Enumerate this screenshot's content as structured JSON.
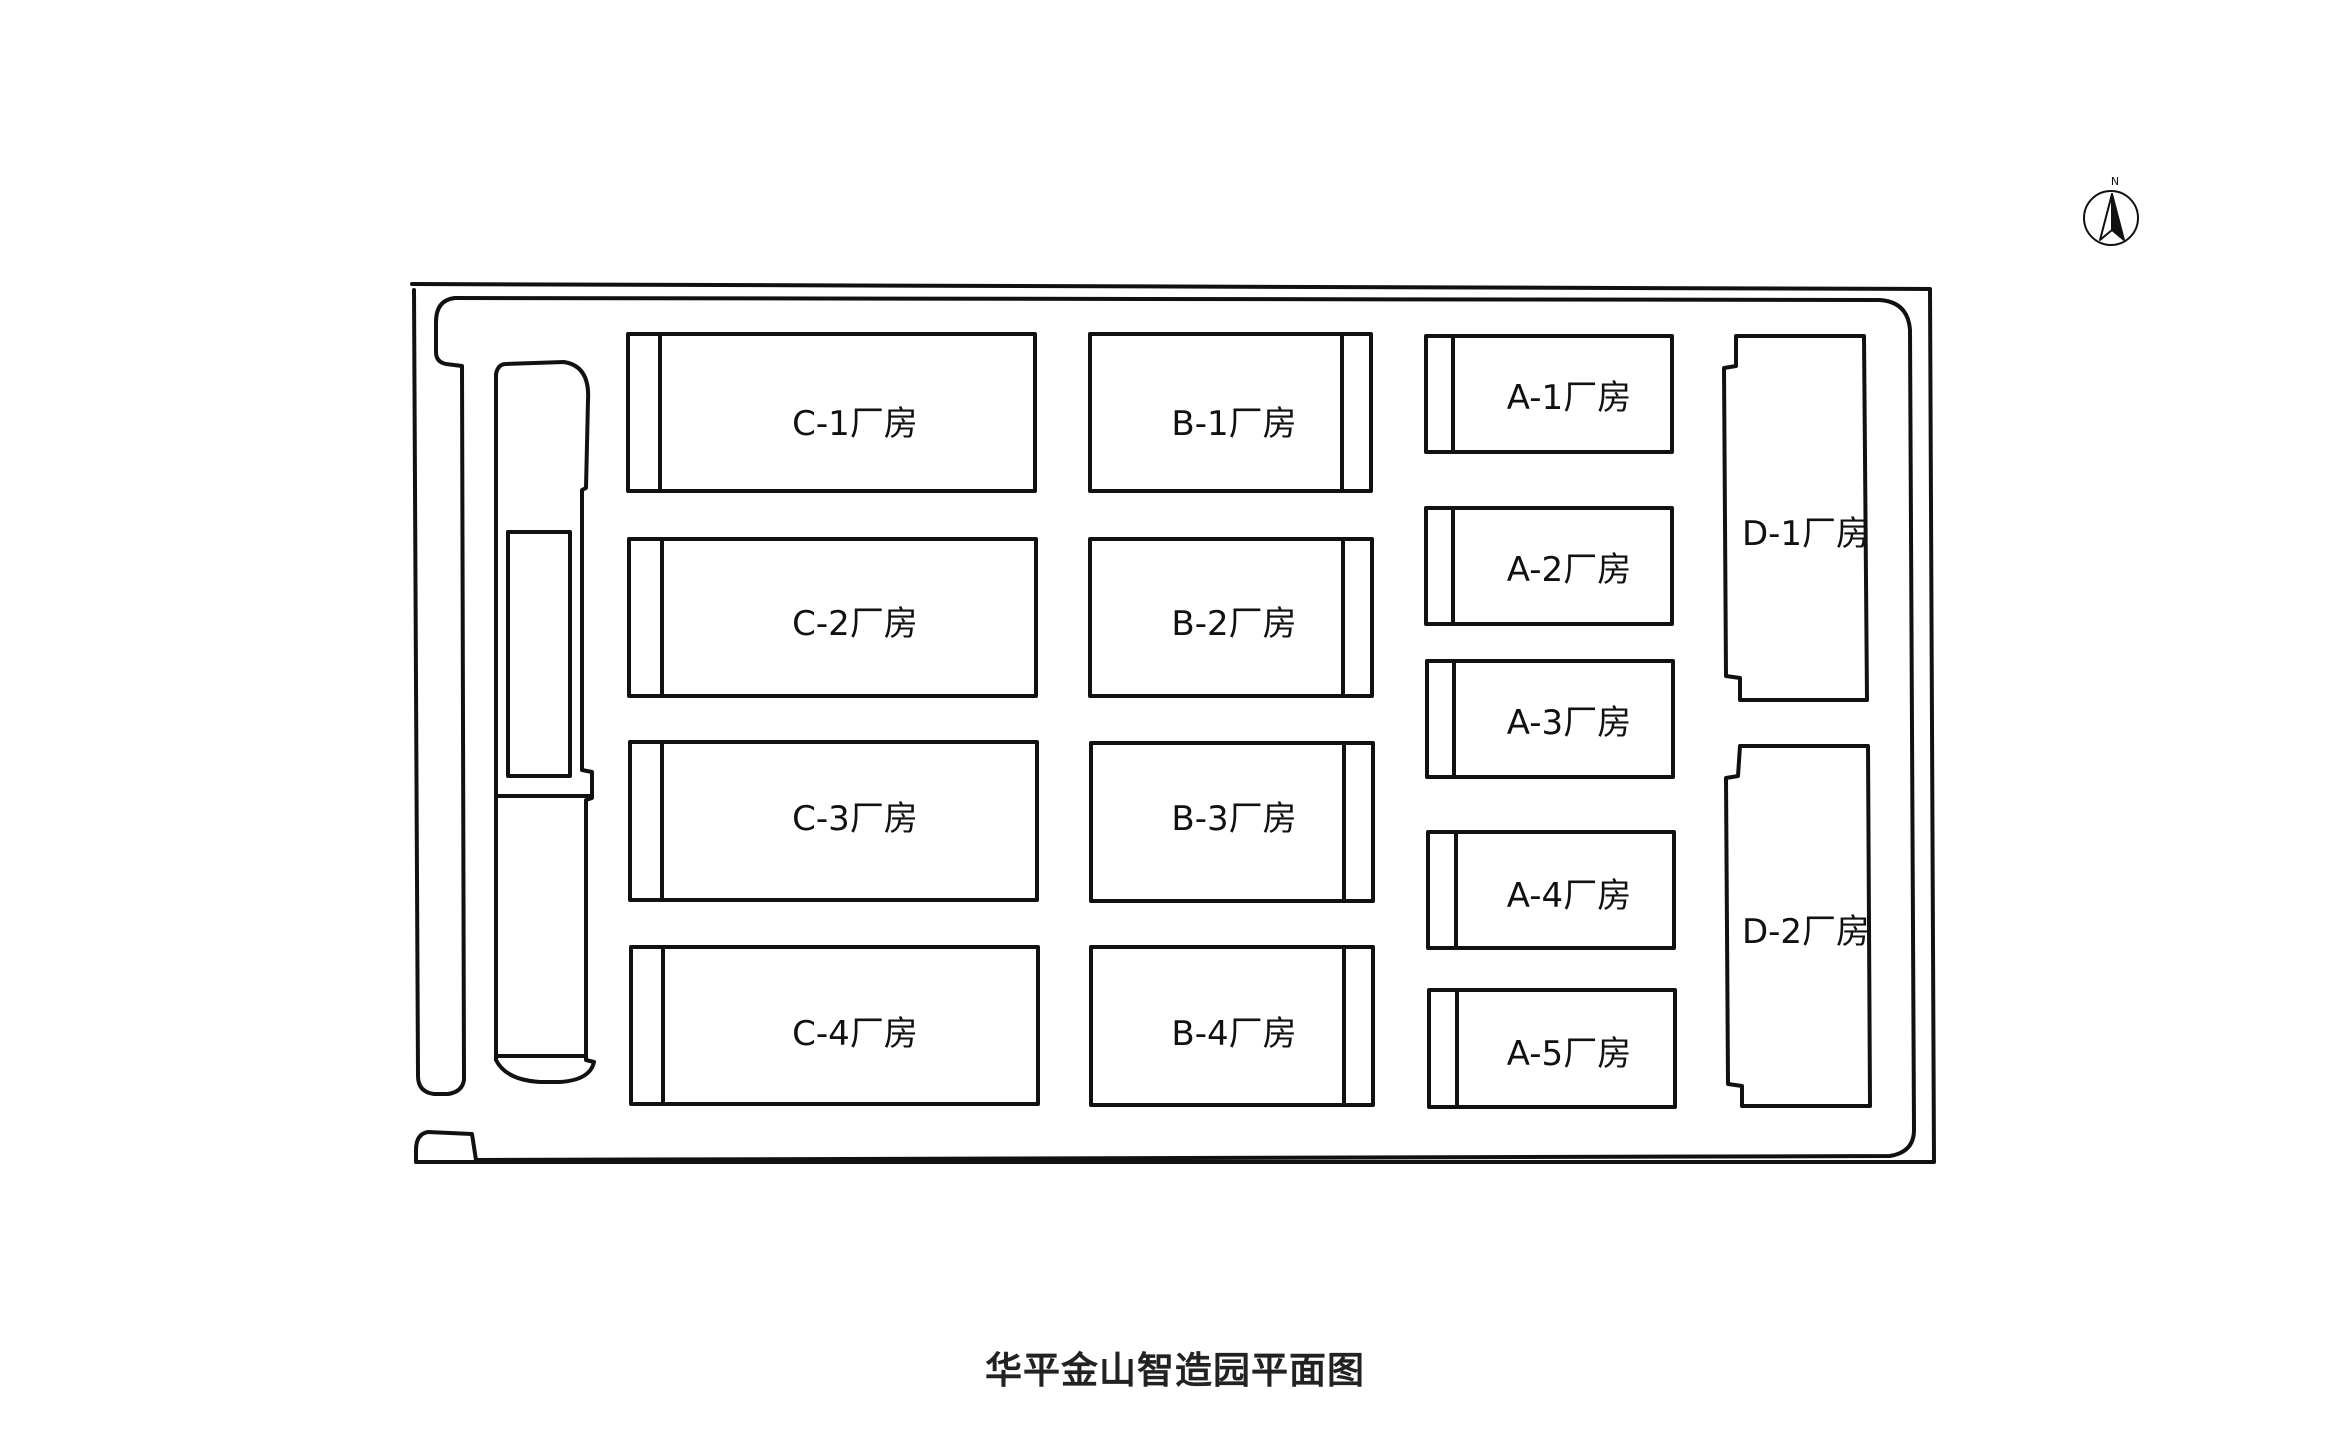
{
  "north_arrow": {
    "label": "N",
    "icon": "north-arrow-icon"
  },
  "buildings": {
    "c1": "C-1厂房",
    "c2": "C-2厂房",
    "c3": "C-3厂房",
    "c4": "C-4厂房",
    "b1": "B-1厂房",
    "b2": "B-2厂房",
    "b3": "B-3厂房",
    "b4": "B-4厂房",
    "a1": "A-1厂房",
    "a2": "A-2厂房",
    "a3": "A-3厂房",
    "a4": "A-4厂房",
    "a5": "A-5厂房",
    "d1": "D-1厂房",
    "d2": "D-2厂房"
  },
  "caption": "华平金山智造园平面图",
  "colors": {
    "line": "#111111",
    "background": "#ffffff",
    "caption": "#222222"
  }
}
